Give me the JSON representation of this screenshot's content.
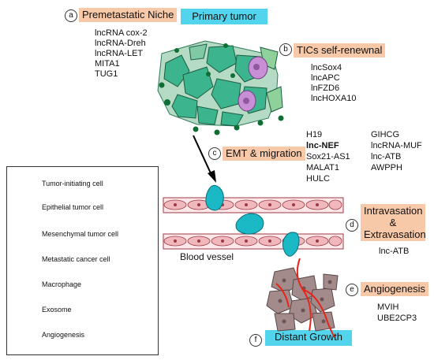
{
  "sections": {
    "a": {
      "letter": "a",
      "title": "Premetastatic  Niche",
      "items": [
        "lncRNA cox-2",
        "lncRNA-Dreh",
        "lncRNA-LET",
        "MITA1",
        "TUG1"
      ]
    },
    "b": {
      "letter": "b",
      "title": "TICs self-renewnal",
      "items": [
        "lncSox4",
        "lncAPC",
        "lnFZD6",
        "lncHOXA10"
      ]
    },
    "c": {
      "letter": "c",
      "title": "EMT & migration",
      "items_col1": [
        "H19",
        "lnc-NEF",
        "Sox21-AS1",
        "MALAT1",
        "HULC"
      ],
      "items_col2": [
        "GIHCG",
        "lncRNA-MUF",
        "lnc-ATB",
        "AWPPH"
      ]
    },
    "d": {
      "letter": "d",
      "title_line1": "Intravasation",
      "title_line2": "&",
      "title_line3": "Extravasation",
      "items": [
        "lnc-ATB"
      ]
    },
    "e": {
      "letter": "e",
      "title": "Angiogenesis",
      "items": [
        "MVIH",
        "UBE2CP3"
      ]
    },
    "f": {
      "letter": "f",
      "title": "Distant Growth"
    }
  },
  "primary_tumor": "Primary tumor",
  "blood_vessel": "Blood  vessel",
  "legend": {
    "items": [
      {
        "label": "Tumor-initiating cell",
        "icon": "tumor-initiating-cell-icon"
      },
      {
        "label": "Epithelial  tumor cell",
        "icon": "epithelial-tumor-cell-icon"
      },
      {
        "label": "Mesenchymal tumor cell",
        "icon": "mesenchymal-tumor-cell-icon"
      },
      {
        "label": "Metastatic cancer cell",
        "icon": "metastatic-cancer-cell-icon"
      },
      {
        "label": "Macrophage",
        "icon": "macrophage-icon"
      },
      {
        "label": "Exosome",
        "icon": "exosome-icon"
      },
      {
        "label": "Angiogenesis",
        "icon": "angiogenesis-icon"
      }
    ]
  },
  "colors": {
    "salmon_box": "#f8c9a9",
    "cyan_box": "#52d4ec",
    "epithelial": "#3cb58f",
    "mesenchymal": "#1bb8c6",
    "tic": "#c98fd6",
    "metastatic": "#a48b8b",
    "macrophage": "#8fd19a",
    "exosome": "#0e6e33",
    "vessel": "#f0b8bd",
    "angio": "#e8231a"
  }
}
